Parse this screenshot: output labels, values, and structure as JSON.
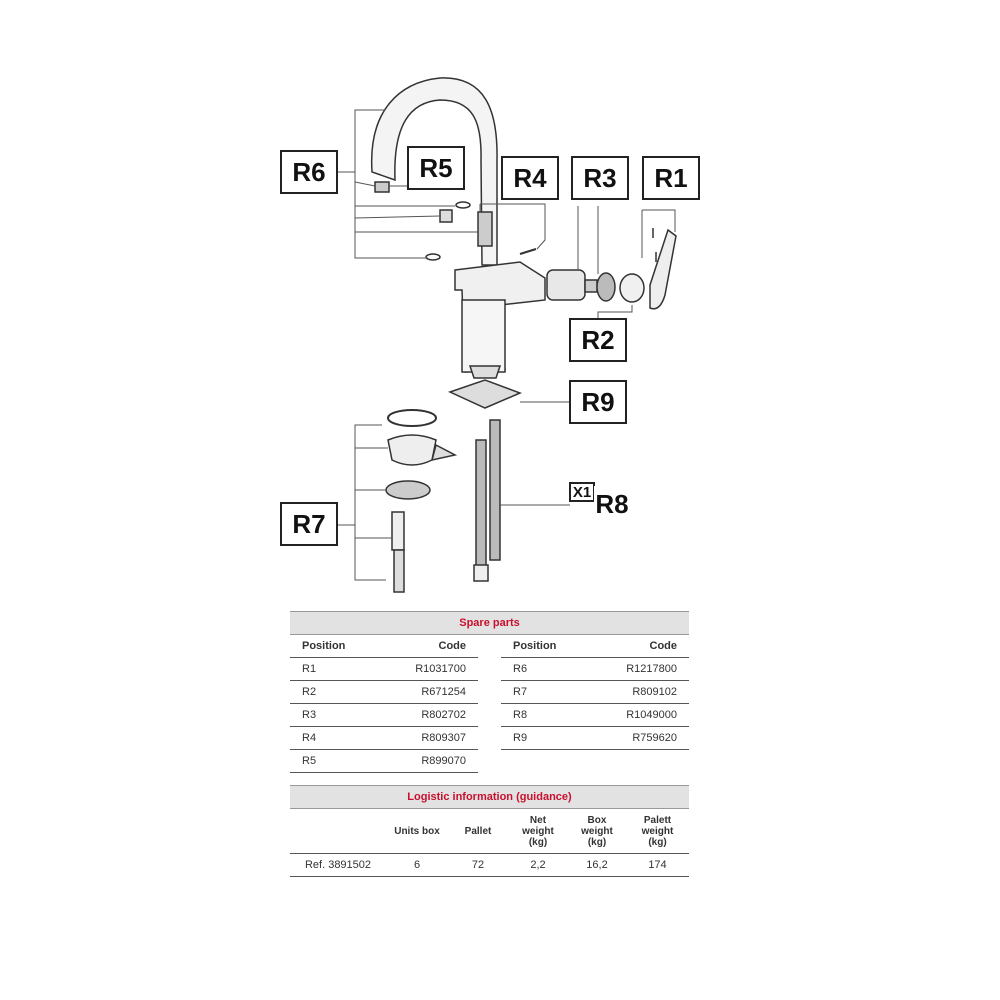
{
  "diagram": {
    "labels": {
      "R1": "R1",
      "R2": "R2",
      "R3": "R3",
      "R4": "R4",
      "R5": "R5",
      "R6": "R6",
      "R7": "R7",
      "R8": "R8",
      "R9": "R9",
      "X1": "X1"
    }
  },
  "spare_parts": {
    "title": "Spare parts",
    "col_position": "Position",
    "col_code": "Code",
    "left": [
      {
        "position": "R1",
        "code": "R1031700"
      },
      {
        "position": "R2",
        "code": "R671254"
      },
      {
        "position": "R3",
        "code": "R802702"
      },
      {
        "position": "R4",
        "code": "R809307"
      },
      {
        "position": "R5",
        "code": "R899070"
      }
    ],
    "right": [
      {
        "position": "R6",
        "code": "R1217800"
      },
      {
        "position": "R7",
        "code": "R809102"
      },
      {
        "position": "R8",
        "code": "R1049000"
      },
      {
        "position": "R9",
        "code": "R759620"
      }
    ]
  },
  "logistic": {
    "title": "Logistic information (guidance)",
    "headers": [
      "",
      "Units box",
      "Pallet",
      "Net\nweight\n(kg)",
      "Box\nweight\n(kg)",
      "Palett\nweight\n(kg)"
    ],
    "row": [
      "Ref. 3891502",
      "6",
      "72",
      "2,2",
      "16,2",
      "174"
    ]
  }
}
